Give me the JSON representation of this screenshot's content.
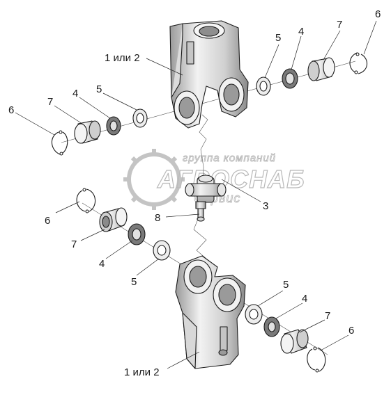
{
  "labels": {
    "yoke_top": "1 или 2",
    "yoke_bottom": "1 или 2",
    "cross": "3",
    "bearing": "4",
    "seal": "5",
    "circlip": "6",
    "needle_cup": "7",
    "grease_nipple": "8"
  },
  "watermark": {
    "line1": "группа компаний",
    "line2": "АГРОСНАБ",
    "line3": "Сервис"
  },
  "colors": {
    "ink": "#1a1a1a",
    "part_fill": "#efefef",
    "part_shade": "#b5b5b5",
    "watermark": "#b9b9b9"
  }
}
